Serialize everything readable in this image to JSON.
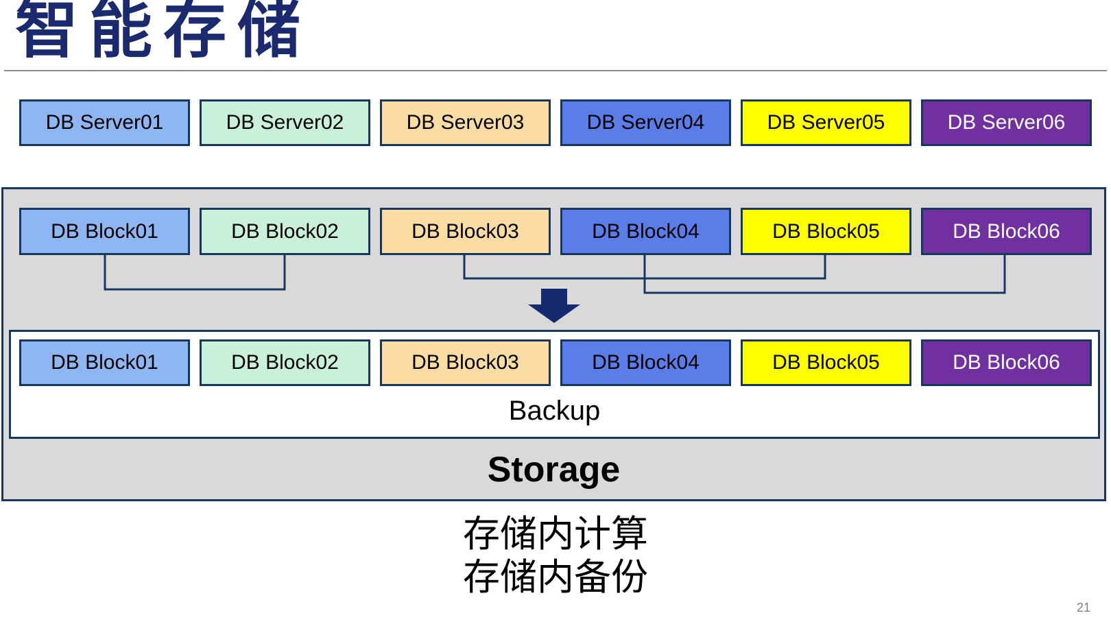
{
  "slide": {
    "title": "智能存储",
    "page_number": "21",
    "caption_line1": "存储内计算",
    "caption_line2": "存储内备份"
  },
  "colors": {
    "title_text": "#1B2A6E",
    "box_border": "#17375E",
    "connector_line": "#17375E",
    "arrow_fill": "#152A6E",
    "storage_container_fill": "#D9D9D9",
    "backup_box_fill": "#FFFFFF",
    "divider_line": "#888888",
    "page_number_text": "#7F7F7F",
    "box_palette": [
      {
        "name": "light-blue",
        "bg": "#8EB6F2",
        "fg": "#000000"
      },
      {
        "name": "mint-green",
        "bg": "#C9F0D9",
        "fg": "#000000"
      },
      {
        "name": "tan",
        "bg": "#FBDCA3",
        "fg": "#000000"
      },
      {
        "name": "medium-blue",
        "bg": "#5A7DE8",
        "fg": "#000000"
      },
      {
        "name": "yellow",
        "bg": "#FFFF00",
        "fg": "#000000"
      },
      {
        "name": "purple",
        "bg": "#7030A0",
        "fg": "#FFFFFF"
      }
    ]
  },
  "server_row": {
    "items": [
      {
        "label": "DB Server01"
      },
      {
        "label": "DB Server02"
      },
      {
        "label": "DB Server03"
      },
      {
        "label": "DB Server04"
      },
      {
        "label": "DB Server05"
      },
      {
        "label": "DB Server06"
      }
    ]
  },
  "storage_unit": {
    "backup_label": "Backup",
    "storage_label": "Storage",
    "top_blocks": {
      "items": [
        {
          "label": "DB Block01"
        },
        {
          "label": "DB Block02"
        },
        {
          "label": "DB Block03"
        },
        {
          "label": "DB Block04"
        },
        {
          "label": "DB Block05"
        },
        {
          "label": "DB Block06"
        }
      ]
    },
    "bottom_blocks": {
      "items": [
        {
          "label": "DB Block01"
        },
        {
          "label": "DB Block02"
        },
        {
          "label": "DB Block03"
        },
        {
          "label": "DB Block04"
        },
        {
          "label": "DB Block05"
        },
        {
          "label": "DB Block06"
        }
      ]
    }
  }
}
